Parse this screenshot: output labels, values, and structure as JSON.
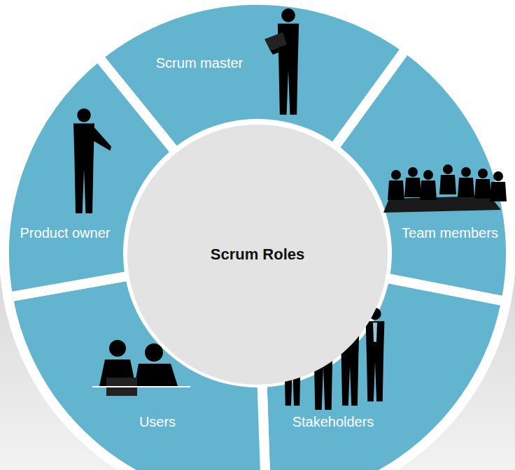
{
  "diagram": {
    "nodes": [
      {
        "text": [
          "Scrum Roles"
        ]
      },
      {
        "text": [
          "Scrum master"
        ]
      },
      {
        "text": [
          "Team members"
        ]
      },
      {
        "text": [
          "Stakeholders"
        ]
      },
      {
        "text": [
          "Users"
        ]
      },
      {
        "text": [
          "Product owner"
        ]
      }
    ]
  }
}
